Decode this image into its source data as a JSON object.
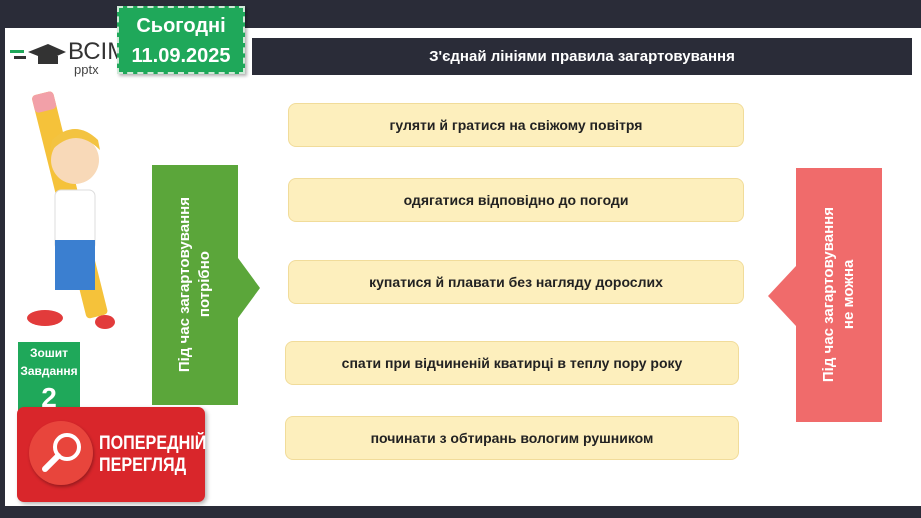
{
  "logo": {
    "title": "ВСІМ",
    "subtitle": "pptx"
  },
  "date_badge": {
    "label": "Сьогодні",
    "date": "11.09.2025"
  },
  "title": "З'єднай лініями правила загартовування",
  "options": [
    "гуляти й гратися на свіжому повітря",
    "одягатися відповідно до погоди",
    "купатися й плавати без нагляду дорослих",
    "спати при відчиненій кватирці в теплу пору року",
    "починати з обтирань вологим рушником"
  ],
  "left_box": {
    "line1": "Під час загартовування",
    "line2": "потрібно",
    "color": "#5ba63a"
  },
  "right_box": {
    "line1": "Під час загартовування",
    "line2": "не можна",
    "color": "#f06b6b"
  },
  "notebook": {
    "line1": "Зошит",
    "line2": "Завдання",
    "number": "2"
  },
  "preview": {
    "line1": "ПОПЕРЕДНІЙ",
    "line2": "ПЕРЕГЛЯД",
    "icon": "magnifier-icon"
  }
}
